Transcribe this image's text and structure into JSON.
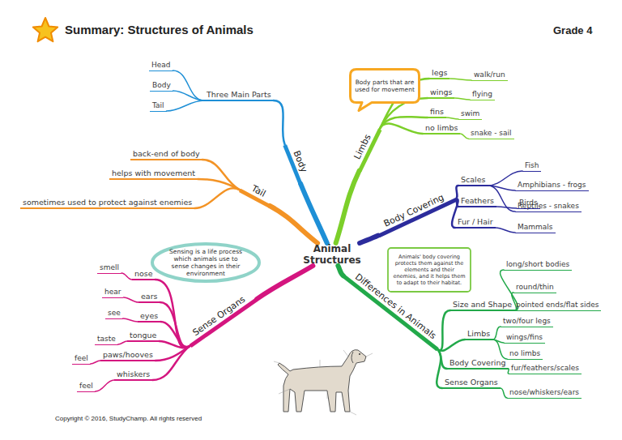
{
  "diagram": {
    "title": "Summary: Structures of Animals",
    "nodes": [
      {
        "text": [
          "Animal Structures"
        ]
      },
      {
        "text": [
          "Body"
        ]
      },
      {
        "text": [
          "Three Main Parts"
        ]
      },
      {
        "text": [
          "Head"
        ]
      },
      {
        "text": [
          "Body"
        ]
      },
      {
        "text": [
          "Tail"
        ]
      },
      {
        "text": [
          "Tail"
        ]
      },
      {
        "text": [
          "back-end of body"
        ]
      },
      {
        "text": [
          "helps with movement"
        ]
      },
      {
        "text": [
          "sometimes used to protect against enemies"
        ]
      },
      {
        "text": [
          "Sense Organs"
        ]
      },
      {
        "text": [
          "nose"
        ]
      },
      {
        "text": [
          "smell"
        ]
      },
      {
        "text": [
          "ears"
        ]
      },
      {
        "text": [
          "hear"
        ]
      },
      {
        "text": [
          "eyes"
        ]
      },
      {
        "text": [
          "see"
        ]
      },
      {
        "text": [
          "tongue"
        ]
      },
      {
        "text": [
          "taste"
        ]
      },
      {
        "text": [
          "paws/hooves"
        ]
      },
      {
        "text": [
          "feel"
        ]
      },
      {
        "text": [
          "whiskers"
        ]
      },
      {
        "text": [
          "feel"
        ]
      },
      {
        "text": [
          "Limbs"
        ]
      },
      {
        "text": [
          "legs"
        ]
      },
      {
        "text": [
          "walk/run"
        ]
      },
      {
        "text": [
          "wings"
        ]
      },
      {
        "text": [
          "flying"
        ]
      },
      {
        "text": [
          "fins"
        ]
      },
      {
        "text": [
          "swim"
        ]
      },
      {
        "text": [
          "no limbs"
        ]
      },
      {
        "text": [
          "snake - sail"
        ]
      },
      {
        "text": [
          "Body Covering"
        ]
      },
      {
        "text": [
          "Scales"
        ]
      },
      {
        "text": [
          "Fish"
        ]
      },
      {
        "text": [
          "Amphibians - frogs"
        ]
      },
      {
        "text": [
          "Reptiles - snakes"
        ]
      },
      {
        "text": [
          "Feathers"
        ]
      },
      {
        "text": [
          "Birds"
        ]
      },
      {
        "text": [
          "Fur / Hair"
        ]
      },
      {
        "text": [
          "Mammals"
        ]
      },
      {
        "text": [
          "Differences in Animals"
        ]
      },
      {
        "text": [
          "Size and Shape"
        ]
      },
      {
        "text": [
          "long/short bodies"
        ]
      },
      {
        "text": [
          "round/thin"
        ]
      },
      {
        "text": [
          "pointed ends/flat sides"
        ]
      },
      {
        "text": [
          "Limbs"
        ]
      },
      {
        "text": [
          "two/four legs"
        ]
      },
      {
        "text": [
          "wings/fins"
        ]
      },
      {
        "text": [
          "no limbs"
        ]
      },
      {
        "text": [
          "Body Covering"
        ]
      },
      {
        "text": [
          "fur/feathers/scales"
        ]
      },
      {
        "text": [
          "Sense Organs"
        ]
      },
      {
        "text": [
          "nose/whiskers/ears"
        ]
      },
      {
        "text": [
          "Body parts that are used for movement"
        ]
      },
      {
        "text": [
          "Animals' body covering protects them against the elements and their enemies, and it helps them to adapt to their habitat."
        ]
      },
      {
        "text": [
          "Sensing is a life process which animals use to sense changes in their environment"
        ]
      }
    ],
    "edges": [
      {
        "from": 0,
        "to": 1,
        "arrow": "none"
      },
      {
        "from": 1,
        "to": 2,
        "arrow": "none"
      },
      {
        "from": 2,
        "to": 3,
        "arrow": "none"
      },
      {
        "from": 2,
        "to": 4,
        "arrow": "none"
      },
      {
        "from": 2,
        "to": 5,
        "arrow": "none"
      },
      {
        "from": 0,
        "to": 6,
        "arrow": "none"
      },
      {
        "from": 6,
        "to": 7,
        "arrow": "none"
      },
      {
        "from": 6,
        "to": 8,
        "arrow": "none"
      },
      {
        "from": 6,
        "to": 9,
        "arrow": "none"
      },
      {
        "from": 0,
        "to": 10,
        "arrow": "none"
      },
      {
        "from": 10,
        "to": 11,
        "arrow": "none"
      },
      {
        "from": 11,
        "to": 12,
        "arrow": "none"
      },
      {
        "from": 10,
        "to": 13,
        "arrow": "none"
      },
      {
        "from": 13,
        "to": 14,
        "arrow": "none"
      },
      {
        "from": 10,
        "to": 15,
        "arrow": "none"
      },
      {
        "from": 15,
        "to": 16,
        "arrow": "none"
      },
      {
        "from": 10,
        "to": 17,
        "arrow": "none"
      },
      {
        "from": 17,
        "to": 18,
        "arrow": "none"
      },
      {
        "from": 10,
        "to": 19,
        "arrow": "none"
      },
      {
        "from": 19,
        "to": 20,
        "arrow": "none"
      },
      {
        "from": 10,
        "to": 21,
        "arrow": "none"
      },
      {
        "from": 21,
        "to": 22,
        "arrow": "none"
      },
      {
        "from": 0,
        "to": 23,
        "arrow": "none"
      },
      {
        "from": 23,
        "to": 24,
        "arrow": "none"
      },
      {
        "from": 24,
        "to": 25,
        "arrow": "none"
      },
      {
        "from": 23,
        "to": 26,
        "arrow": "none"
      },
      {
        "from": 26,
        "to": 27,
        "arrow": "none"
      },
      {
        "from": 23,
        "to": 28,
        "arrow": "none"
      },
      {
        "from": 28,
        "to": 29,
        "arrow": "none"
      },
      {
        "from": 23,
        "to": 30,
        "arrow": "none"
      },
      {
        "from": 30,
        "to": 31,
        "arrow": "none"
      },
      {
        "from": 0,
        "to": 32,
        "arrow": "none"
      },
      {
        "from": 32,
        "to": 33,
        "arrow": "none"
      },
      {
        "from": 33,
        "to": 34,
        "arrow": "none"
      },
      {
        "from": 33,
        "to": 35,
        "arrow": "none"
      },
      {
        "from": 33,
        "to": 36,
        "arrow": "none"
      },
      {
        "from": 32,
        "to": 37,
        "arrow": "none"
      },
      {
        "from": 37,
        "to": 38,
        "arrow": "none"
      },
      {
        "from": 32,
        "to": 39,
        "arrow": "none"
      },
      {
        "from": 39,
        "to": 40,
        "arrow": "none"
      },
      {
        "from": 0,
        "to": 41,
        "arrow": "none"
      },
      {
        "from": 41,
        "to": 42,
        "arrow": "none"
      },
      {
        "from": 42,
        "to": 43,
        "arrow": "none"
      },
      {
        "from": 42,
        "to": 44,
        "arrow": "none"
      },
      {
        "from": 42,
        "to": 45,
        "arrow": "none"
      },
      {
        "from": 41,
        "to": 46,
        "arrow": "none"
      },
      {
        "from": 46,
        "to": 47,
        "arrow": "none"
      },
      {
        "from": 46,
        "to": 48,
        "arrow": "none"
      },
      {
        "from": 46,
        "to": 49,
        "arrow": "none"
      },
      {
        "from": 41,
        "to": 50,
        "arrow": "none"
      },
      {
        "from": 50,
        "to": 51,
        "arrow": "none"
      },
      {
        "from": 41,
        "to": 52,
        "arrow": "none"
      },
      {
        "from": 52,
        "to": 53,
        "arrow": "none"
      }
    ],
    "labels": [
      "Grade 4",
      "Copyright © 2016, StudyChamp. All rights reserved"
    ]
  }
}
